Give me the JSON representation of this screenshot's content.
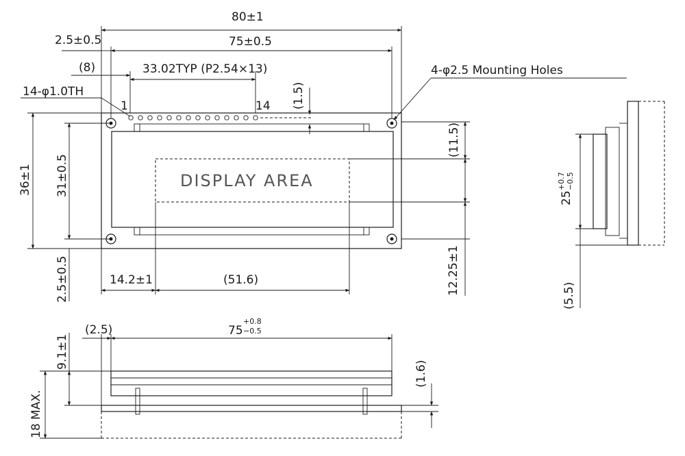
{
  "front_view": {
    "dim_width_total": "80±1",
    "dim_width_pcb_holes": "75±0.5",
    "dim_left_offset": "2.5±0.5",
    "dim_pin1_offset": "(8)",
    "dim_pin_pitch": "33.02TYP (P2.54×13)",
    "pin_label_first": "1",
    "pin_label_last": "14",
    "pin_hole_callout": "14-φ1.0TH",
    "mounting_hole_callout": "4-φ2.5 Mounting Holes",
    "dim_top_margin": "(1.5)",
    "dim_bezel_top": "(11.5)",
    "display_area_label": "DISPLAY AREA",
    "dim_height_total": "36±1",
    "dim_height_holes": "31±0.5",
    "dim_bottom_offset": "2.5±0.5",
    "dim_display_left": "14.2±1",
    "dim_display_width": "(51.6)",
    "dim_display_bottom": "12.25±1"
  },
  "side_view": {
    "dim_bezel_height": "25+0.7 −0.5",
    "dim_bezel_height_nominal": "25",
    "dim_bezel_height_tol_plus": "+0.7",
    "dim_bezel_height_tol_minus": "−0.5",
    "dim_bottom": "(5.5)"
  },
  "bottom_view": {
    "dim_left": "(2.5)",
    "dim_width": "75+0.8 −0.5",
    "dim_width_nominal": "75",
    "dim_width_tol_plus": "+0.8",
    "dim_width_tol_minus": "−0.5",
    "dim_bezel_depth": "9.1±1",
    "dim_pcb_thickness": "(1.6)",
    "dim_max_height": "18 MAX."
  }
}
